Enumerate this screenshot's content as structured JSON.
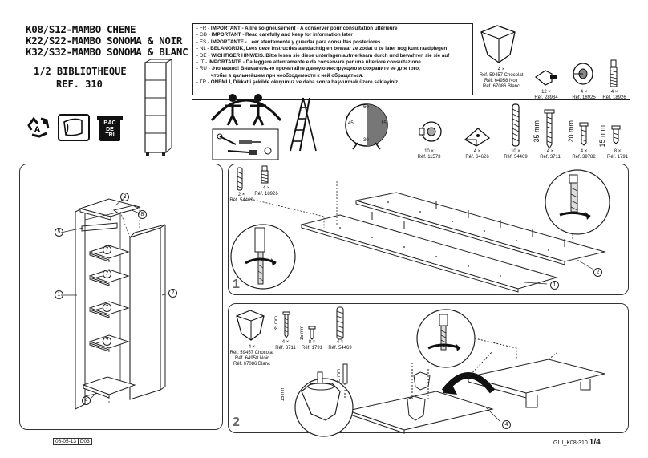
{
  "header": {
    "title_lines": [
      "K08/S12-MAMBO CHENE",
      "K22/S22-MAMBO SONOMA & NOIR",
      "K32/S32-MAMBO SONOMA & BLANC"
    ],
    "subtitle": "1/2 BIBLIOTHEQUE",
    "ref": "REF. 310"
  },
  "notices": [
    {
      "code": "- FR -",
      "text": "IMPORTANT - A lire soigneusement - A conserver pour consultation ultérieure"
    },
    {
      "code": "- GB -",
      "text": "IMPORTANT - Read carefully and keep for information later"
    },
    {
      "code": "- ES -",
      "text": "IMPORTANTE - Leer atentamente y guardar para consultas posteriores"
    },
    {
      "code": "- NL -",
      "text": "BELANGRIJK, Lees deze instructies aandachtig en bewaar ze zodat u ze later nog kunt raadplegen"
    },
    {
      "code": "- DE -",
      "text": "WICHTIGER HINWEIS. Bitte lesen sie diese unterlagen aufmerksam durch und bewahren sie sie auf"
    },
    {
      "code": "- IT -",
      "text": "IMPORTANTE - Da leggere attentamente e da conservare per una ulteriore consultazione."
    },
    {
      "code": "- RU -",
      "text": "Это важно! Внимательно прочитайте данную инструкцию и сохраните ее для того,"
    },
    {
      "code": "",
      "text": "чтобы в дальнейшем при необходимости к ней обращаться."
    },
    {
      "code": "- TR -",
      "text": "ÖNEMLİ, Dikkatli şekilde okuyunuz ve daha sonra başvurmak üzere saklayiniz."
    }
  ],
  "recycle_badge": {
    "line1": "BAC",
    "line2": "DE",
    "line3": "TRI"
  },
  "clock": {
    "tl": "60",
    "l": "45",
    "r": "15",
    "b": "30"
  },
  "parts": [
    {
      "qty": "4 ×",
      "refs": [
        "Réf. 59457 Chocolat",
        "Réf. 64958 Noir",
        "Réf. 67086 Blanc"
      ],
      "icon": "foot-icon"
    },
    {
      "qty": "12 ×",
      "refs": [
        "Réf. 28984"
      ],
      "icon": "shelf-pin-icon"
    },
    {
      "qty": "4 ×",
      "refs": [
        "Réf. 18925"
      ],
      "icon": "cam-lock-icon"
    },
    {
      "qty": "4 ×",
      "refs": [
        "Réf. 18926"
      ],
      "icon": "cam-bolt-icon"
    },
    {
      "qty": "10 ×",
      "refs": [
        "Réf. 11573"
      ],
      "icon": "connector-icon"
    },
    {
      "qty": "4 ×",
      "refs": [
        "Réf. 64626"
      ],
      "icon": "bracket-icon"
    },
    {
      "qty": "10 ×",
      "refs": [
        "Réf. 54469"
      ],
      "icon": "dowel-icon"
    },
    {
      "qty": "4 ×",
      "refs": [
        "Réf. 3711"
      ],
      "icon": "screw-35-icon",
      "dim": "35 mm"
    },
    {
      "qty": "4 ×",
      "refs": [
        "Réf. 39782"
      ],
      "icon": "screw-20-icon",
      "dim": "20 mm"
    },
    {
      "qty": "8 ×",
      "refs": [
        "Réf. 1791"
      ],
      "icon": "screw-15-icon",
      "dim": "15 mm"
    }
  ],
  "step1": {
    "number": "1",
    "parts": [
      {
        "qty": "2 ×",
        "ref": "Réf. 54469"
      },
      {
        "qty": "4 ×",
        "ref": "Réf. 18926"
      }
    ],
    "callouts": [
      "1",
      "2"
    ]
  },
  "step2": {
    "number": "2",
    "parts": [
      {
        "qty": "4 ×",
        "refs": [
          "Réf. 59457 Chocolat",
          "Réf. 64958 Noir",
          "Réf. 67086 Blanc"
        ]
      },
      {
        "qty": "4 ×",
        "refs": [
          "Réf. 3711"
        ],
        "dim": "35 mm"
      },
      {
        "qty": "8 ×",
        "refs": [
          "Réf. 1791"
        ],
        "dim": "15 mm"
      },
      {
        "qty": "4 ×",
        "refs": [
          "Réf. 54469"
        ]
      }
    ],
    "dims": [
      "35 mm",
      "15 mm"
    ],
    "callouts": [
      "4"
    ]
  },
  "exploded": {
    "callouts": [
      "3",
      "8",
      "5",
      "7",
      "1",
      "7",
      "7",
      "7",
      "2",
      "4"
    ]
  },
  "footer": {
    "date_code": "06-05-13",
    "rev": "D03",
    "doc_ref": "GUI_K08-310",
    "page": "1/4"
  }
}
